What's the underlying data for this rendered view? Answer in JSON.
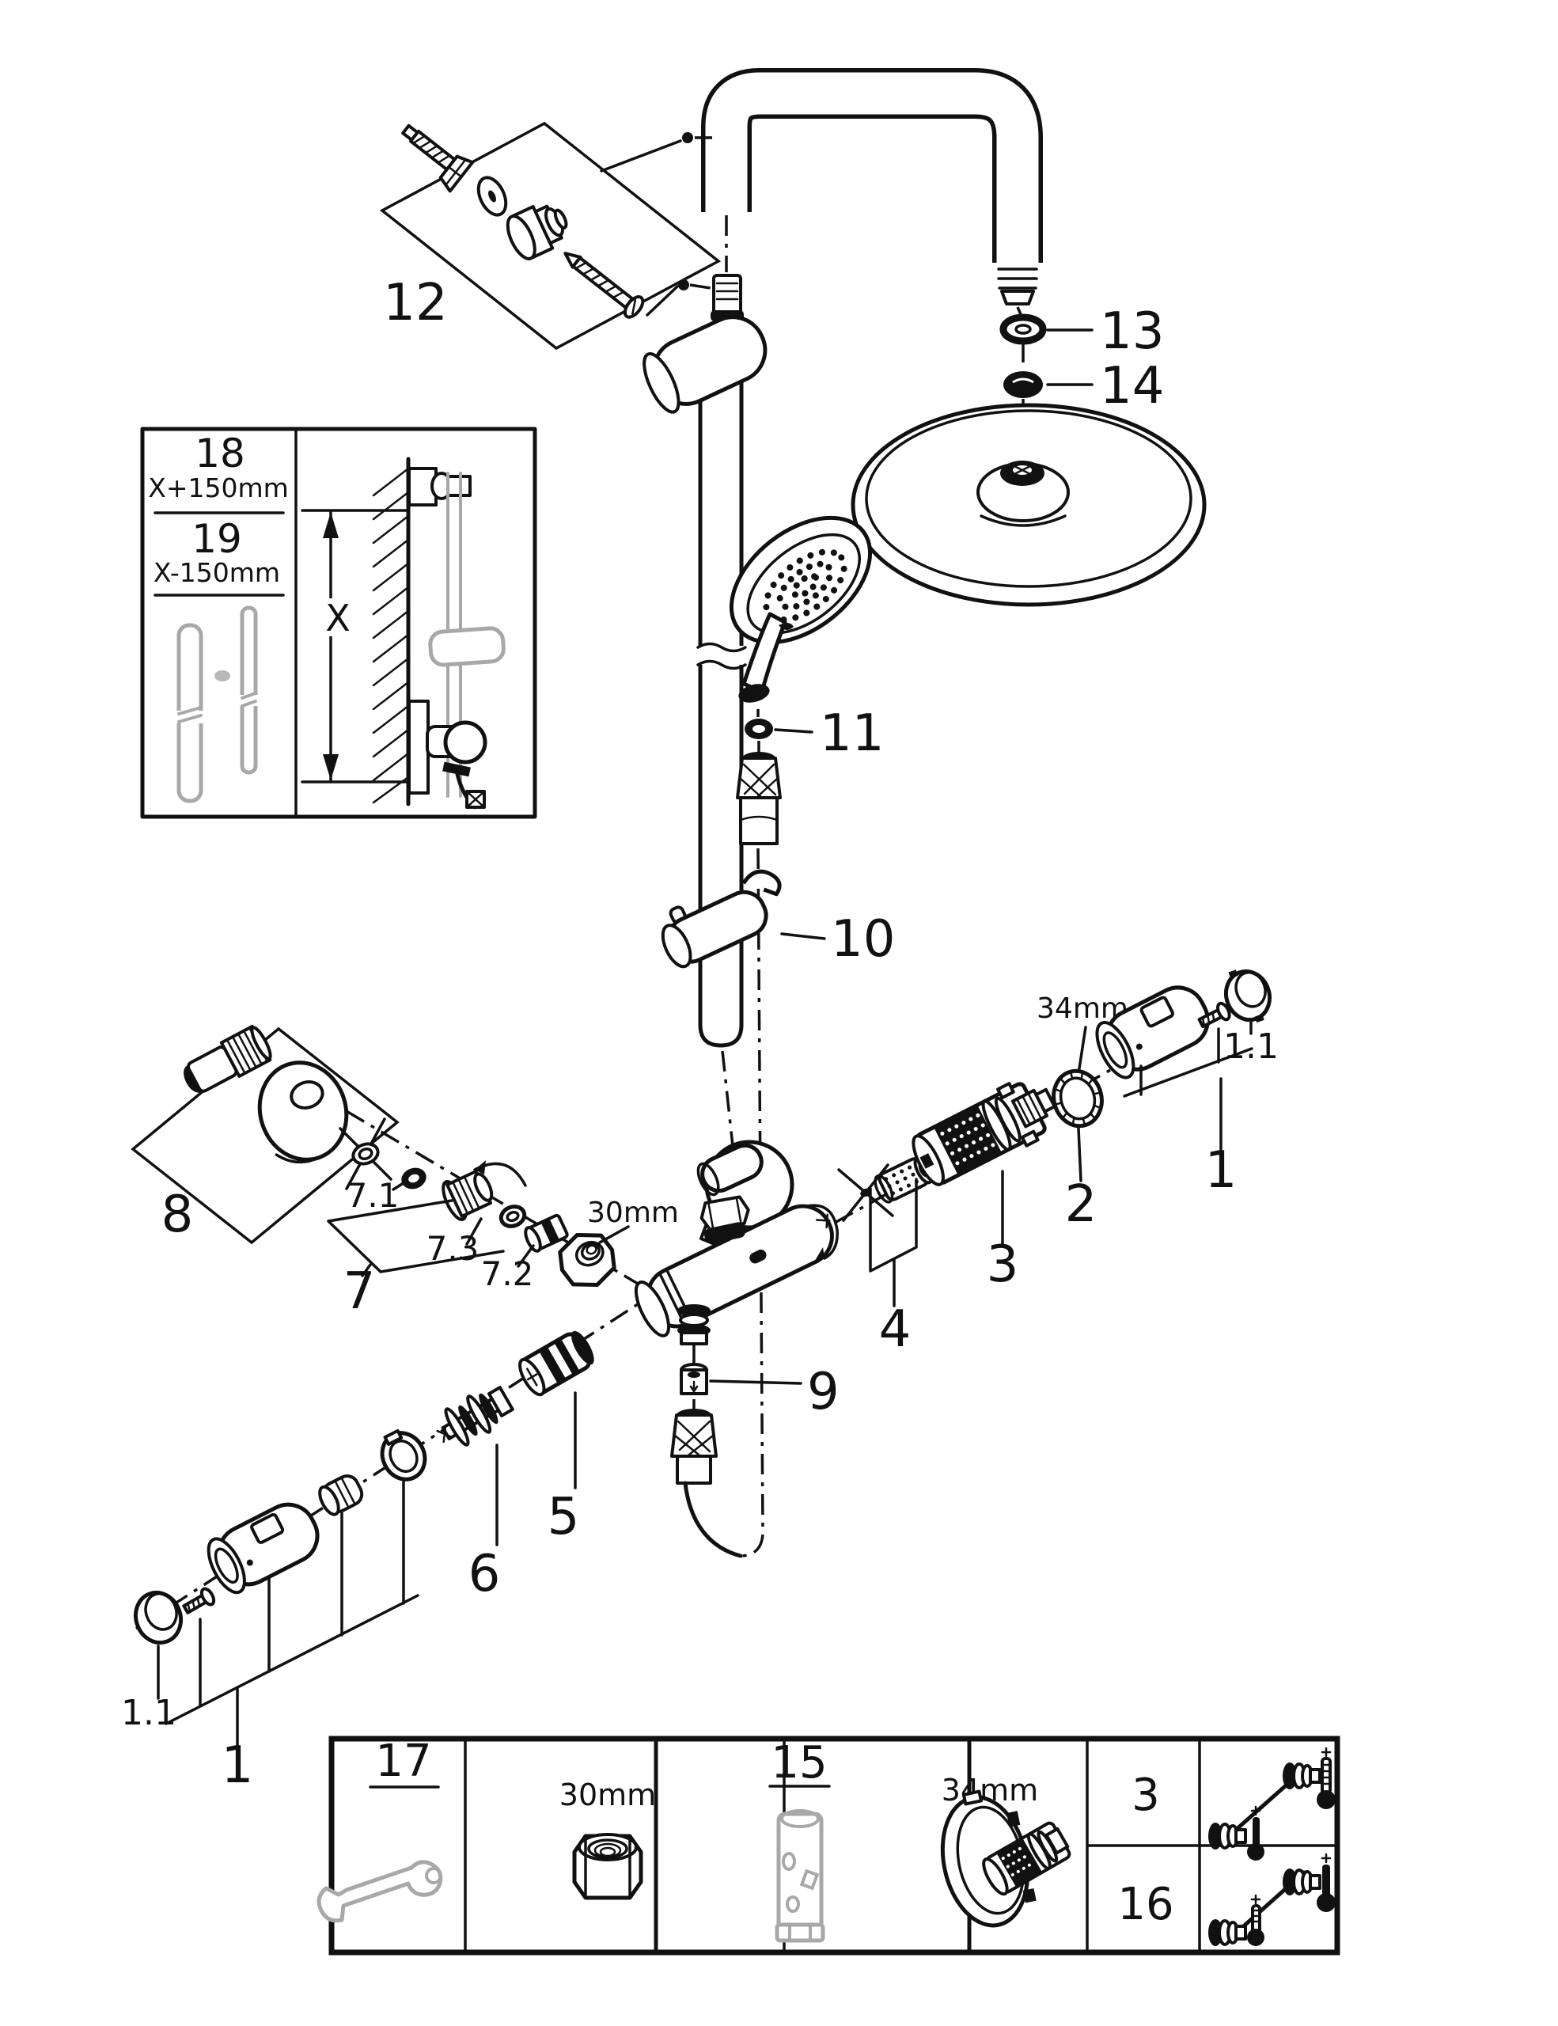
{
  "page": {
    "background": "#ffffff",
    "ink": "#111111",
    "gray": "#a8a8a8"
  },
  "inset": {
    "upper_num": "18",
    "upper_dim": "X+150mm",
    "lower_num": "19",
    "lower_dim": "X-150mm",
    "axis_label": "X"
  },
  "callouts": {
    "mounting_set": "12",
    "arm_oring": "13",
    "arm_seal": "14",
    "hand_shower_oring": "11",
    "glide_holder": "10",
    "s_union_set": "8",
    "union_group": "7",
    "union_seal": "7.1",
    "union_adapter": "7.2",
    "union_insert": "7.3",
    "nut_size": "30mm",
    "check_valve": "9",
    "filter": "4",
    "cartridge": "3",
    "ring_nut": "2",
    "ring_size": "34mm",
    "grip_right": "1",
    "cover_right": "1.1",
    "sleeve": "5",
    "spindle": "6",
    "grip_left": "1",
    "cover_left": "1.1"
  },
  "legend": {
    "tool_wrench": "17",
    "wrench_size": "30mm",
    "tool_sleeve": "15",
    "sleeve_size": "34mm",
    "row_a": "3",
    "row_b": "16"
  }
}
